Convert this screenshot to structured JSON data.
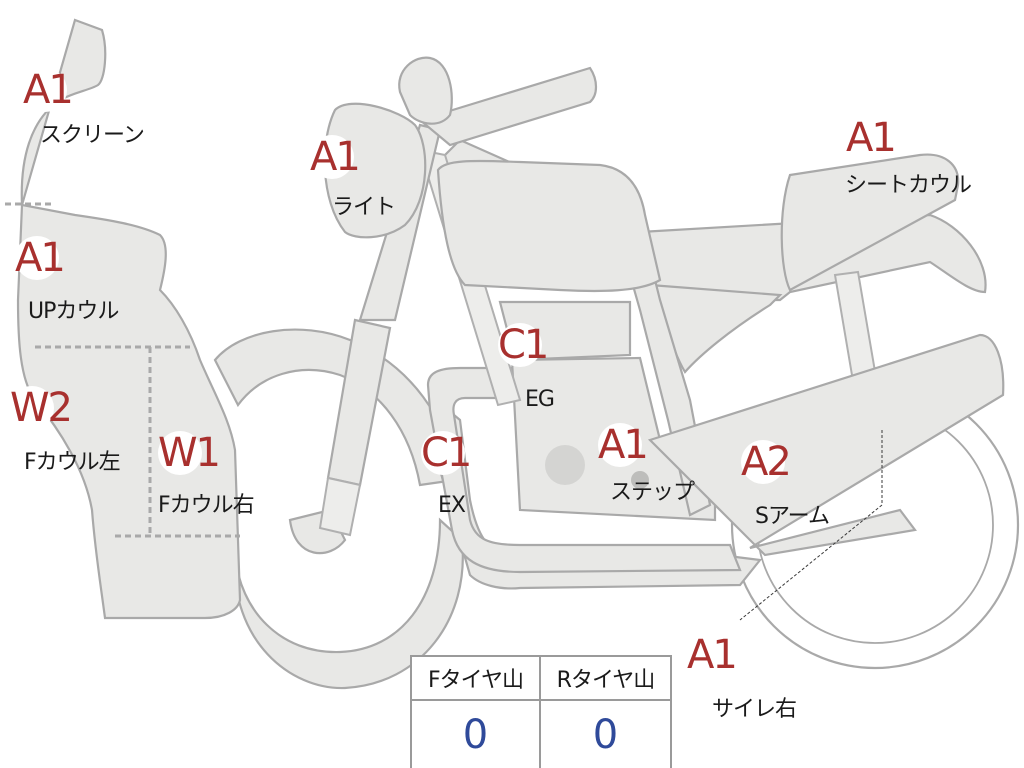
{
  "parts": [
    {
      "id": "screen",
      "grade": "A1",
      "label": "スクリーン"
    },
    {
      "id": "light",
      "grade": "A1",
      "label": "ライト"
    },
    {
      "id": "seat-cowl",
      "grade": "A1",
      "label": "シートカウル"
    },
    {
      "id": "up-cowl",
      "grade": "A1",
      "label": "UPカウル"
    },
    {
      "id": "eg",
      "grade": "C1",
      "label": "EG"
    },
    {
      "id": "f-cowl-left",
      "grade": "W2",
      "label": "Fカウル左"
    },
    {
      "id": "f-cowl-right",
      "grade": "W1",
      "label": "Fカウル右"
    },
    {
      "id": "ex",
      "grade": "C1",
      "label": "EX"
    },
    {
      "id": "step",
      "grade": "A1",
      "label": "ステップ"
    },
    {
      "id": "s-arm",
      "grade": "A2",
      "label": "Sアーム"
    },
    {
      "id": "silencer-right",
      "grade": "A1",
      "label": "サイレ右"
    }
  ],
  "tread_table": {
    "front_header": "Fタイヤ山",
    "rear_header": "Rタイヤ山",
    "front_value": "0",
    "rear_value": "0"
  },
  "colors": {
    "grade": "#a8302e",
    "tread_value": "#2f4a9a",
    "part_fill": "#e8e8e6",
    "part_stroke": "#a9a9a9"
  }
}
